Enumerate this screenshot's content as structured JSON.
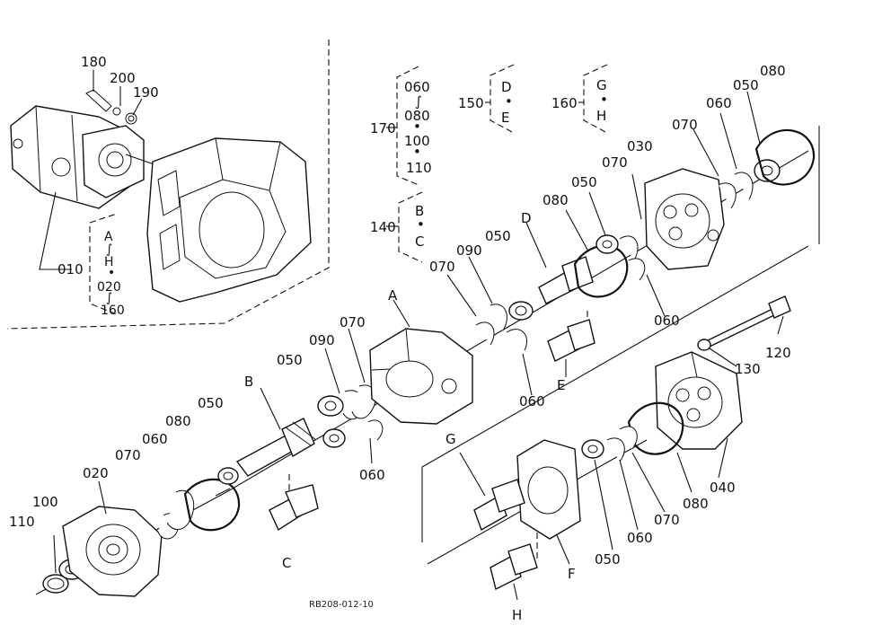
{
  "labels": {
    "p010": "010",
    "p020": "020",
    "p030": "030",
    "p040": "040",
    "p050_a": "050",
    "p050_b": "050",
    "p050_c": "050",
    "p050_d": "050",
    "p050_e": "050",
    "p050_f": "050",
    "p060_a": "060",
    "p060_b": "060",
    "p060_c": "060",
    "p060_d": "060",
    "p060_e": "060",
    "p060_f": "060",
    "p070_a": "070",
    "p070_b": "070",
    "p070_c": "070",
    "p070_d": "070",
    "p070_e": "070",
    "p070_f": "070",
    "p080_a": "080",
    "p080_b": "080",
    "p080_c": "080",
    "p080_d": "080",
    "p090_a": "090",
    "p090_b": "090",
    "p100": "100",
    "p110": "110",
    "p120": "120",
    "p130": "130",
    "p140": "140",
    "p150": "150",
    "p160": "160",
    "p170": "170",
    "p180": "180",
    "p190": "190",
    "p200": "200",
    "gA": "A",
    "gB": "B",
    "gC": "C",
    "gD": "D",
    "gE": "E",
    "gF": "F",
    "gG": "G",
    "gH": "H"
  },
  "groups": {
    "g010": {
      "from": "A",
      "sep1": "∫",
      "to": "H",
      "dot": "•",
      "n1": "020",
      "sep2": "∫",
      "n2": "160"
    },
    "g140": {
      "a": "B",
      "dot": "•",
      "b": "C"
    },
    "g150": {
      "a": "D",
      "dot": "•",
      "b": "E"
    },
    "g160": {
      "a": "G",
      "dot": "•",
      "b": "H"
    },
    "g170": {
      "n1": "060",
      "sep": "∫",
      "n2": "080",
      "dot1": "•",
      "n3": "100",
      "dot2": "•",
      "n4": "110"
    }
  },
  "ref_code": "RB208-012-10"
}
